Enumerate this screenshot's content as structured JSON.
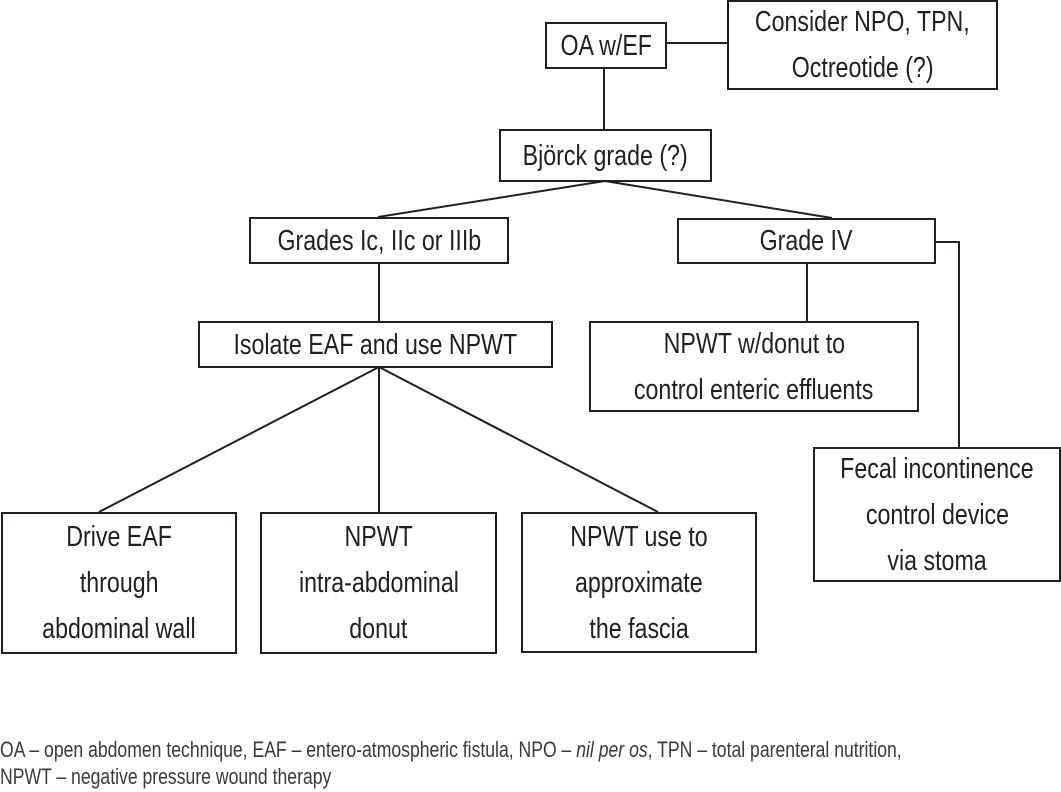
{
  "diagram": {
    "nodes": {
      "oa": "OA w/EF",
      "consider": [
        "Consider NPO, TPN,",
        "Octreotide (?)"
      ],
      "bjorck": "Björck grade (?)",
      "grades_low": "Grades Ic, IIc or IIIb",
      "grade_iv": "Grade IV",
      "isolate": "Isolate EAF and use NPWT",
      "npwt_donut_control": [
        "NPWT w/donut to",
        "control enteric effluents"
      ],
      "fecal": [
        "Fecal incontinence",
        "control device",
        "via stoma"
      ],
      "drive": [
        "Drive EAF",
        "through",
        "abdominal wall"
      ],
      "npwt_intra": [
        "NPWT",
        "intra-abdominal",
        "donut"
      ],
      "npwt_fascia": [
        "NPWT use to",
        "approximate",
        "the fascia"
      ]
    },
    "edges": [
      [
        "oa",
        "consider"
      ],
      [
        "oa",
        "bjorck"
      ],
      [
        "bjorck",
        "grades_low"
      ],
      [
        "bjorck",
        "grade_iv"
      ],
      [
        "grades_low",
        "isolate"
      ],
      [
        "grade_iv",
        "npwt_donut_control"
      ],
      [
        "grade_iv",
        "fecal"
      ],
      [
        "isolate",
        "drive"
      ],
      [
        "isolate",
        "npwt_intra"
      ],
      [
        "isolate",
        "npwt_fascia"
      ]
    ]
  },
  "footnote": {
    "line1_a": "OA – open abdomen technique, EAF – entero-atmospheric fistula, NPO – ",
    "line1_italic": "nil per os",
    "line1_b": ", TPN – total parenteral nutrition,",
    "line2": "NPWT – negative pressure wound therapy"
  }
}
